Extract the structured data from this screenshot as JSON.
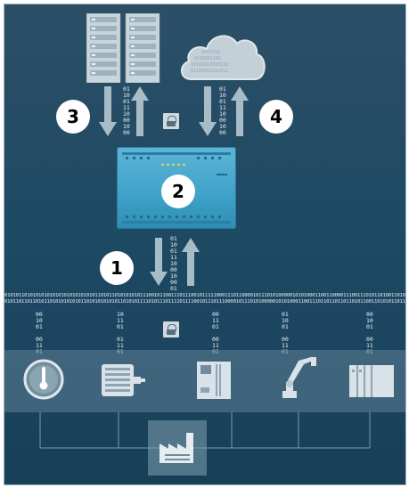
{
  "badges": {
    "b1": "1",
    "b2": "2",
    "b3": "3",
    "b4": "4"
  },
  "bits": {
    "short": "01\n10\n01\n11\n10\n00\n10\n00",
    "link": "01\n10\n01\n11\n10\n00\n10\n00\n01",
    "field_a": "00\n10\n01\n\n00\n11\n01",
    "field_b": "10\n11\n01\n\n01\n11\n01",
    "field_c": "00\n11\n01\n\n00\n11\n01",
    "field_d": "01\n10\n01\n\n00\n11\n01",
    "field_e": "00\n10\n01\n\n00\n11\n01"
  },
  "stream": {
    "line1": "01010110101010101010101010101010110101101010101011100101100111011100101111100011101100001011101010000010101000110011000011100111010110100110101101",
    "line2": "0101101101101011010101010101101010101010110101011110101110111101111001011101110000101110101000001010100011001110110110110110101100110101011011010"
  },
  "icons": {
    "server": "server-rack-icon",
    "cloud": "cloud-data-icon",
    "plc": "plc-controller",
    "thermometer": "thermometer-icon",
    "motor": "motor-icon",
    "drive": "drive-cabinet-icon",
    "robot": "robot-arm-icon",
    "switchgear": "switchgear-icon",
    "factory": "factory-icon",
    "lock": "lock-icon"
  },
  "colors": {
    "background": "#1e4a63",
    "plc": "#3ea2c8",
    "arrow": "#a7bcc7",
    "badge": "#ffffff"
  }
}
